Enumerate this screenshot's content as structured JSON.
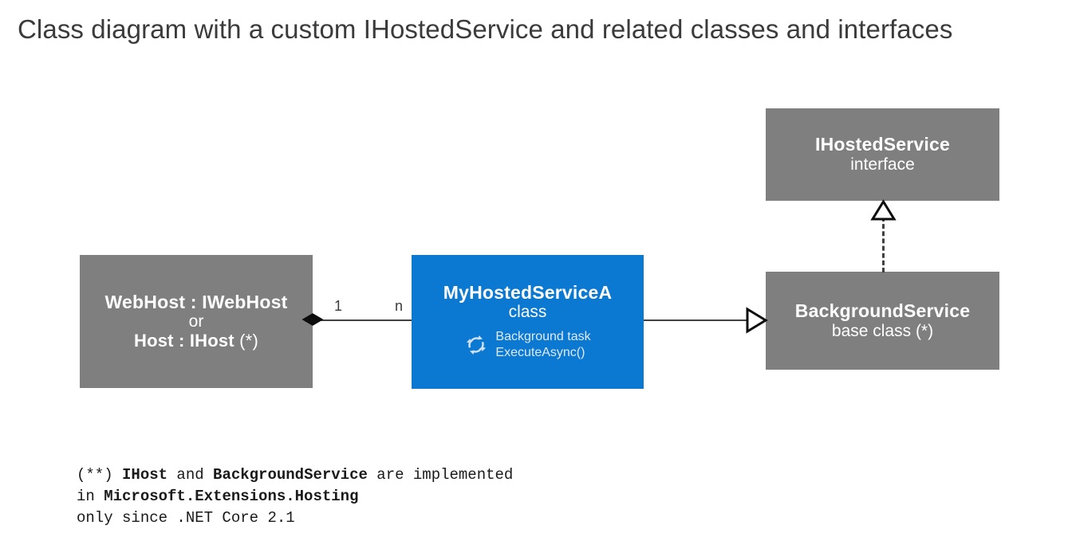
{
  "title": "Class diagram with a custom IHostedService and related classes and interfaces",
  "colors": {
    "gray_box": "#7f7f7f",
    "blue_box": "#0b78d1",
    "line": "#404040",
    "title_text": "#3b3b3b",
    "box_text": "#ffffff"
  },
  "boxes": {
    "host": {
      "title": "WebHost : IWebHost",
      "middle": "or",
      "subtitle_bold": "Host : IHost",
      "subtitle_note": "(*)",
      "kind": "gray"
    },
    "my_service": {
      "title": "MyHostedServiceA",
      "subtitle": "class",
      "member_line1": "Background task",
      "member_line2": "ExecuteAsync()",
      "icon": "cycle-icon",
      "kind": "blue"
    },
    "ihostedservice": {
      "title": "IHostedService",
      "subtitle": "interface",
      "kind": "gray"
    },
    "backgroundservice": {
      "title": "BackgroundService",
      "subtitle": "base class (*)",
      "kind": "gray"
    }
  },
  "connectors": {
    "composition": {
      "source_multiplicity": "1",
      "target_multiplicity": "n",
      "marker": "filled-diamond"
    },
    "inheritance": {
      "marker": "hollow-triangle"
    },
    "realization": {
      "marker": "hollow-triangle-dashed"
    }
  },
  "footnote": {
    "line1_prefix": "(**) ",
    "line1_bold1": "IHost",
    "line1_mid": " and ",
    "line1_bold2": "BackgroundService",
    "line1_suffix": " are implemented",
    "line2_prefix": "in ",
    "line2_bold": "Microsoft.Extensions.Hosting",
    "line3": "only since .NET Core 2.1"
  }
}
